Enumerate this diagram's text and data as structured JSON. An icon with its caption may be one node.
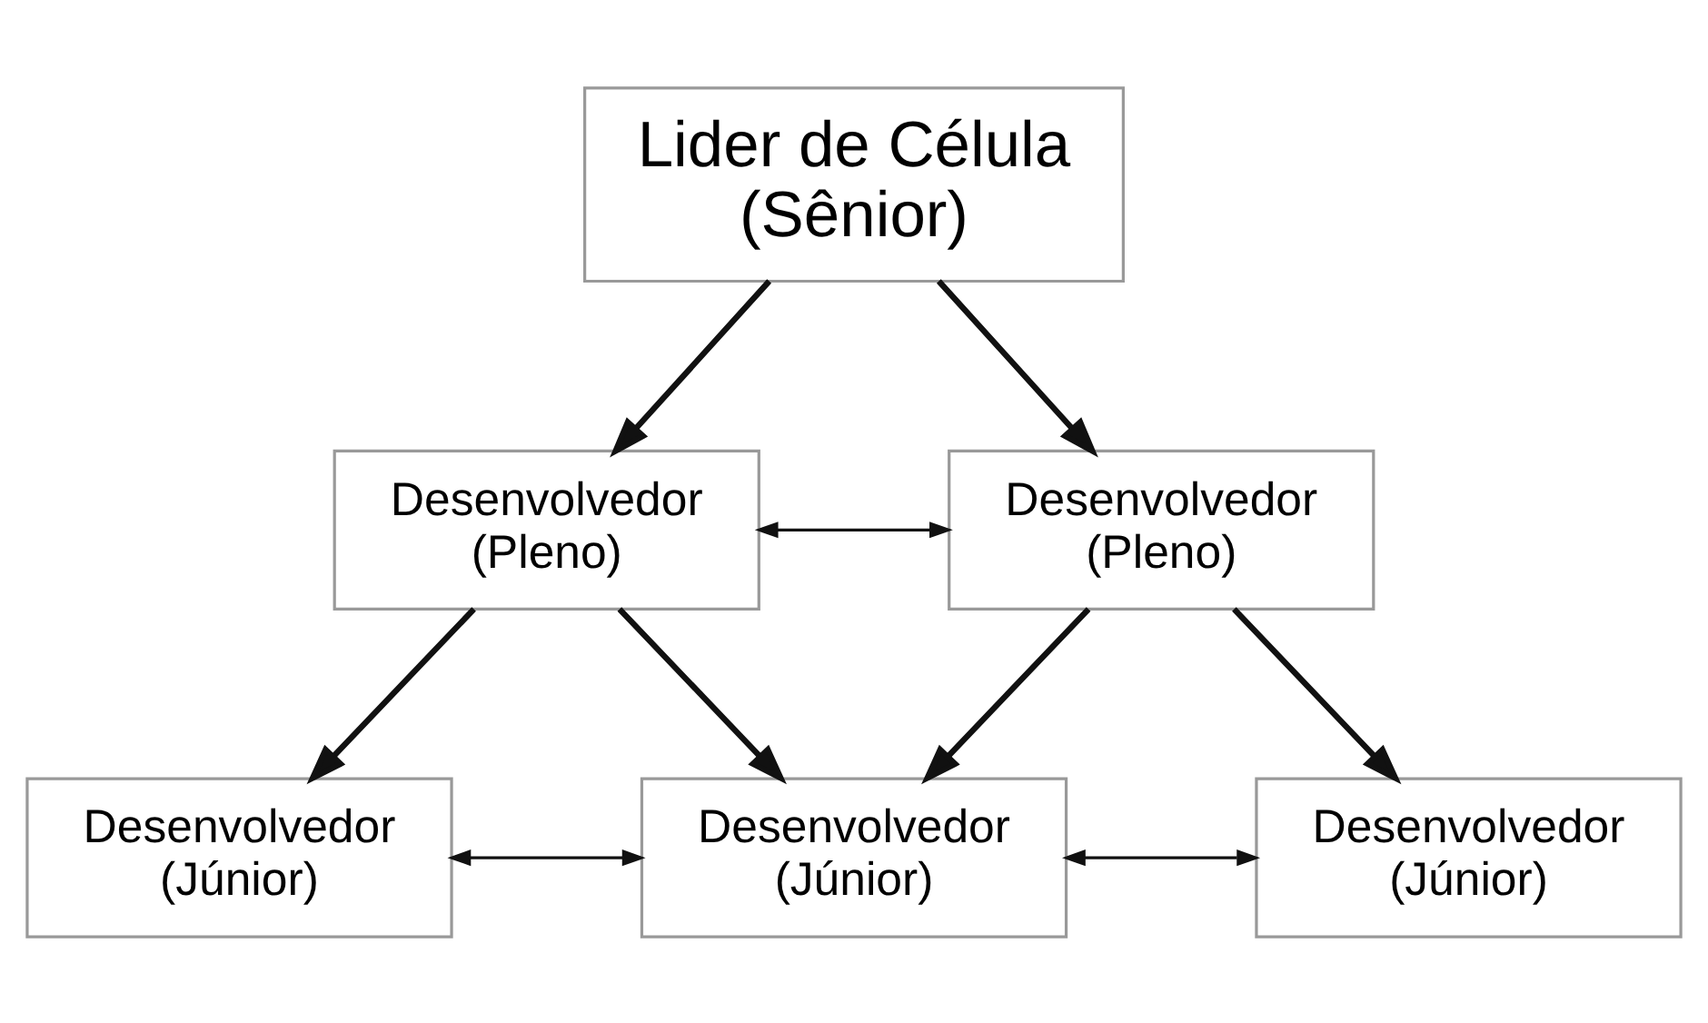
{
  "diagram": {
    "nodes": [
      {
        "text": [
          "Lider de Célula",
          "(Sênior)"
        ]
      },
      {
        "text": [
          "Desenvolvedor",
          "(Pleno)"
        ]
      },
      {
        "text": [
          "Desenvolvedor",
          "(Pleno)"
        ]
      },
      {
        "text": [
          "Desenvolvedor",
          "(Júnior)"
        ]
      },
      {
        "text": [
          "Desenvolvedor",
          "(Júnior)"
        ]
      },
      {
        "text": [
          "Desenvolvedor",
          "(Júnior)"
        ]
      }
    ],
    "edges": [
      {
        "from": 0,
        "to": 1,
        "arrow": "to"
      },
      {
        "from": 0,
        "to": 2,
        "arrow": "to"
      },
      {
        "from": 1,
        "to": 2,
        "arrow": "both"
      },
      {
        "from": 1,
        "to": 3,
        "arrow": "to"
      },
      {
        "from": 1,
        "to": 4,
        "arrow": "to"
      },
      {
        "from": 2,
        "to": 4,
        "arrow": "to"
      },
      {
        "from": 2,
        "to": 5,
        "arrow": "to"
      },
      {
        "from": 3,
        "to": 4,
        "arrow": "both"
      },
      {
        "from": 4,
        "to": 5,
        "arrow": "both"
      }
    ]
  }
}
